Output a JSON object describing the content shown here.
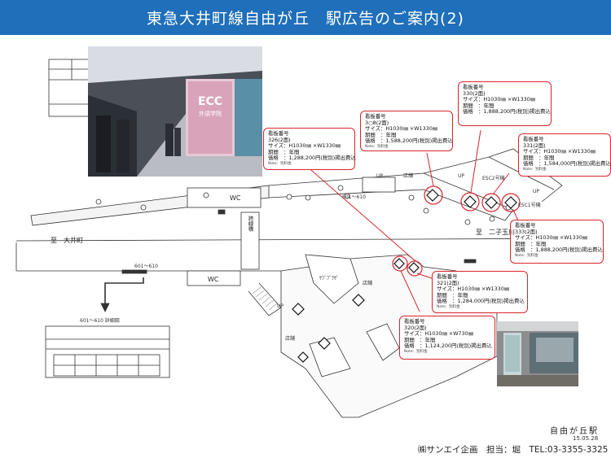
{
  "header": {
    "title": "東急大井町線自由が丘　駅広告のご案内(2)"
  },
  "callouts": [
    {
      "id": "a",
      "lines": [
        "看板番号",
        "330(2面)",
        "サイズ：H1030㎜ ×W1330㎜",
        "期間　：年間",
        "価格　：1,888,200円(税別)掲出費込"
      ],
      "note": "Note：別料金"
    },
    {
      "id": "b",
      "lines": [
        "看板番号",
        "3○8(2面)",
        "サイズ：H1030㎜ ×W1330㎜",
        "期間　：年間",
        "価格　：1,588,200円(税別)掲出費込"
      ],
      "note": "Note：別料金"
    },
    {
      "id": "c",
      "lines": [
        "看板番号",
        "331(2面)",
        "サイズ：H1030㎜ ×W1330㎜",
        "期間　：年間",
        "価格　：1,584,000円(税別)掲出費込"
      ],
      "note": "Note：別料金"
    },
    {
      "id": "d",
      "lines": [
        "看板番号",
        "326(2面)",
        "サイズ：H1030㎜ ×W1330㎜",
        "期間　：年間",
        "価格　：1,288,200円(税別)掲出費込"
      ],
      "note": "Note：別料金"
    },
    {
      "id": "e",
      "lines": [
        "看板番号",
        "333(2面)",
        "サイズ：H1030㎜ ×W1330㎜",
        "期間　：年間",
        "価格　：1,888,200円(税別)掲出費込"
      ],
      "note": "Note：別料金"
    },
    {
      "id": "f",
      "lines": [
        "看板番号",
        "321(2面)",
        "サイズ：H1030㎜ ×W1330㎜",
        "期間　：年間",
        "価格　：1,284,000円(税別)掲出費込"
      ],
      "note": "Note：別料金"
    },
    {
      "id": "g",
      "lines": [
        "看板番号",
        "320(2面)",
        "サイズ：H1030㎜ ×W730㎜",
        "期間　：年間",
        "価格　：1,124,200円(税別)掲出費込"
      ],
      "note": "Note：別料金"
    }
  ],
  "map_labels": {
    "oimachi": "至　大井町",
    "futako": "至　二子玉川",
    "wc1": "WC",
    "wc2": "WC",
    "crossing": "跨線橋",
    "detail": "601～610 詳細図",
    "up": "UP",
    "shop": "店舗",
    "plaza": "ｻﾌﾞﾌﾟﾗｻﾞ",
    "esc2": "ESC2号機",
    "esc1": "ESC1号機",
    "range": "601～610"
  },
  "station": {
    "name": "自由が丘駅",
    "date": "15.05.28"
  },
  "footer": {
    "contact": "㈱サンエイ企画　担当：堀　TEL:03-3355-3325"
  },
  "photos": {
    "platform_ad_text": "ECC",
    "platform_ad_sub": "外語学院"
  }
}
